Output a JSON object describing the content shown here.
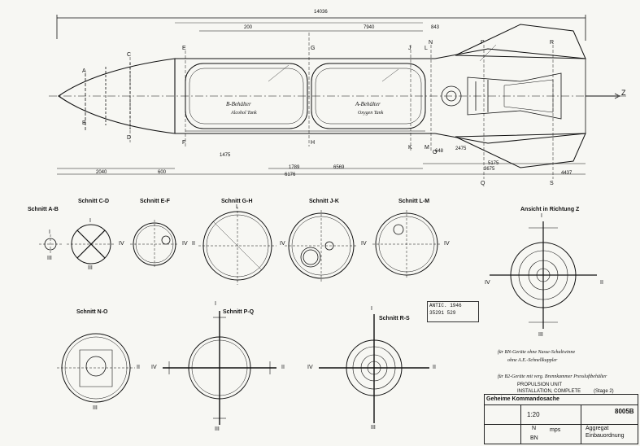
{
  "colors": {
    "ink": "#111111",
    "paper": "#f7f7f3"
  },
  "top": {
    "dims": [
      "14036",
      "200",
      "7940",
      "843",
      "2040",
      "600",
      "1789",
      "6569",
      "2475",
      "5175",
      "648",
      "3675",
      "4437",
      "6176",
      "1475"
    ],
    "tank_b": "B-Behälter",
    "tank_b_sub": "Alcohol Tank",
    "tank_a": "A-Behälter",
    "tank_a_sub": "Oxygen Tank",
    "stations": [
      "A",
      "B",
      "C",
      "D",
      "E",
      "F",
      "G",
      "H",
      "J",
      "K",
      "L",
      "M",
      "N",
      "O",
      "P",
      "Q",
      "R",
      "S"
    ],
    "axis_label": "Z"
  },
  "sections": [
    {
      "title": "Schnitt A-B"
    },
    {
      "title": "Schnitt C-D"
    },
    {
      "title": "Schnitt E-F"
    },
    {
      "title": "Schnitt G-H"
    },
    {
      "title": "Schnitt J-K"
    },
    {
      "title": "Schnitt L-M"
    },
    {
      "title": "Ansicht in Richtung Z"
    },
    {
      "title": "Schnitt N-O"
    },
    {
      "title": "Schnitt P-Q"
    },
    {
      "title": "Schnitt R-S"
    }
  ],
  "roman": {
    "I": "I",
    "II": "II",
    "III": "III",
    "IV": "IV"
  },
  "notes": {
    "geraete": "für BN-Geräte ohne Nasse-Schaltwinne",
    "ohne": "ohne A.E.-Schnellkuppler",
    "fuer_b2": "für B2-Geräte mit verg. Brennkammer Pressluftbehälter",
    "propulsion": "PROPULSION UNIT",
    "installation": "INSTALLATION, COMPLETE",
    "stage": "(Stage 2)"
  },
  "stamp": {
    "line1": "ANTIC. 1946",
    "line2": "35291 529"
  },
  "title_block": {
    "header": "Geheime Kommandosache",
    "scale": "1:20",
    "number": "8005B",
    "name1": "Aggregat",
    "name2": "Einbauordnung",
    "mps": "mps",
    "n": "N",
    "bn": "BN"
  }
}
